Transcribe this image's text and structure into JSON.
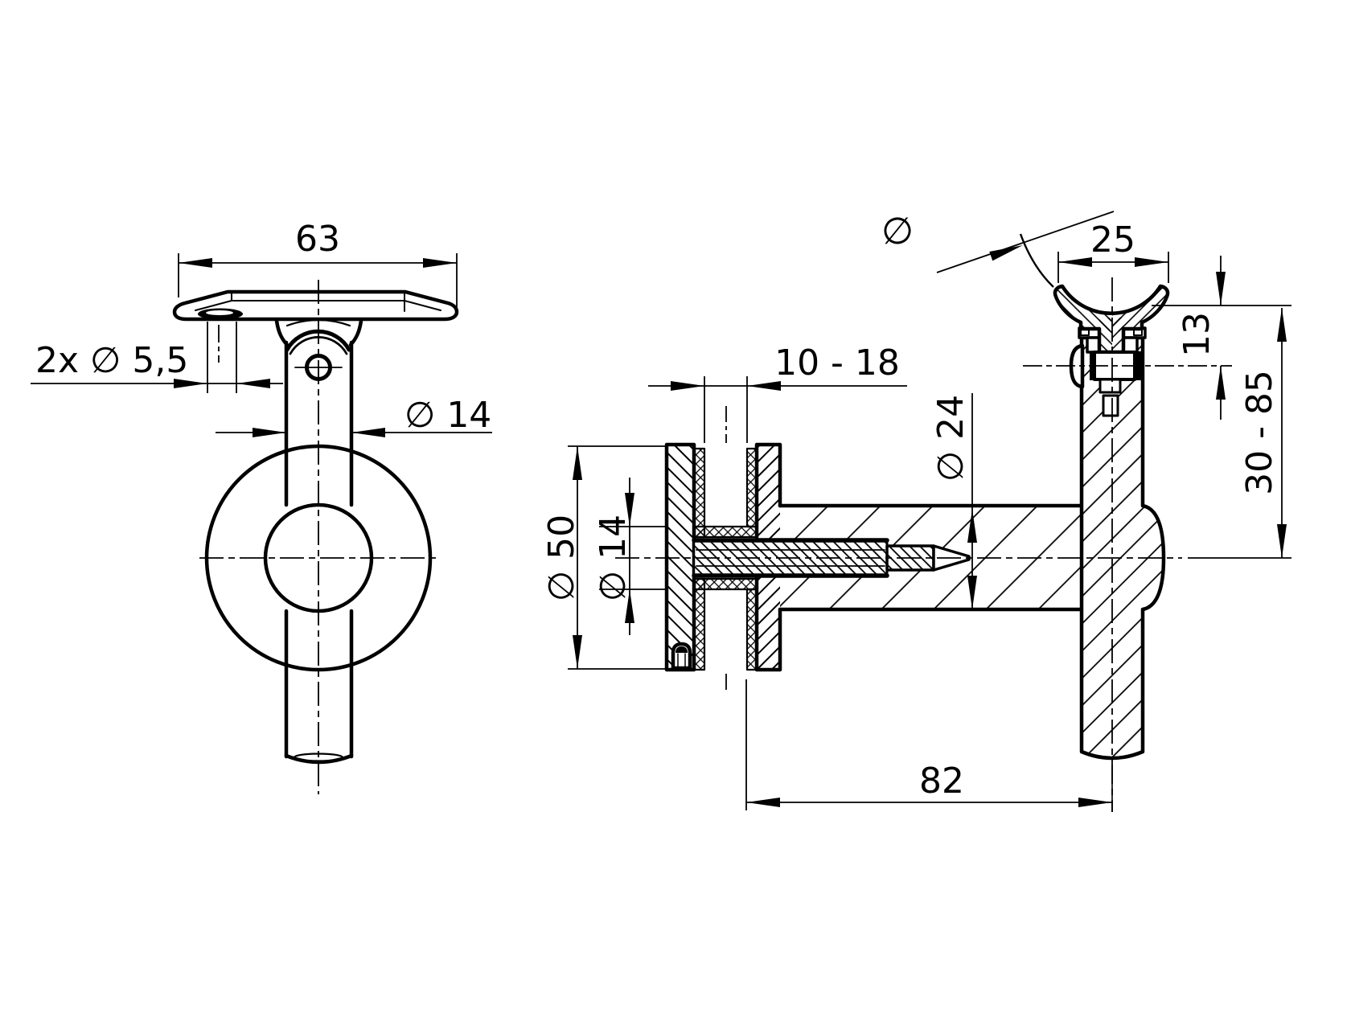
{
  "drawing": {
    "type": "technical drawing, handrail glass-clamp bracket, two orthographic views"
  },
  "front_view": {
    "width": "63",
    "holes": "2x ∅ 5,5",
    "post_diameter": "∅ 14"
  },
  "side_view": {
    "glass_range": "10 - 18",
    "rail_symbol": "∅",
    "saddle_width": "25",
    "saddle_height": "13",
    "height_range": "30 - 85",
    "arm_diameter": "∅ 24",
    "disc_diameter": "∅ 50",
    "bolt_diameter": "∅ 14",
    "depth": "82"
  },
  "colors": {
    "line": "#000000",
    "background": "#ffffff"
  }
}
